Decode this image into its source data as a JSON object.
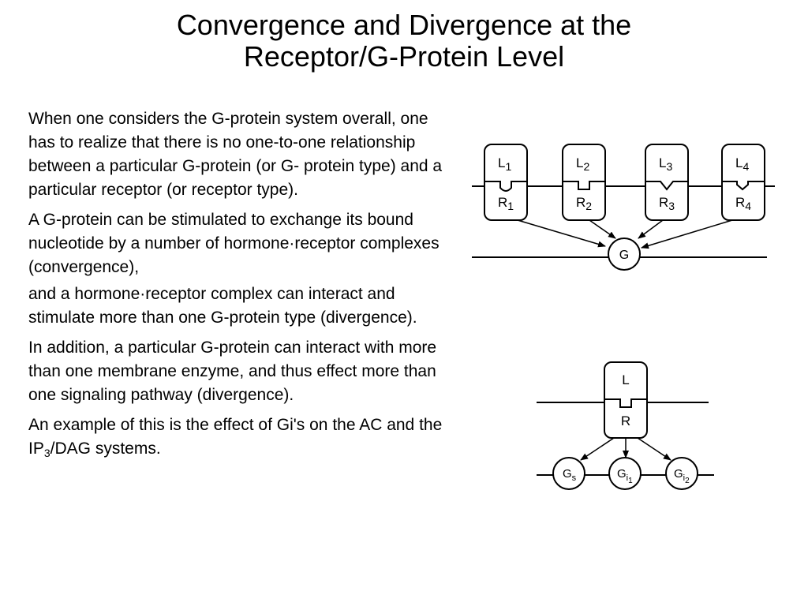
{
  "slide": {
    "title_line1": "Convergence and Divergence at the",
    "title_line2": "Receptor/G-Protein Level",
    "p1": "When one considers the G-protein system overall, one has to realize that there is no one-to-one relationship between a particular G-protein (or G- protein type) and a particular receptor (or receptor type).",
    "p2": "A G-protein can be stimulated to exchange its bound nucleotide by a number of hormone·receptor complexes (convergence),",
    "p3": "and a hormone·receptor complex can interact and stimulate more than one G-protein type (divergence).",
    "p4": "In addition, a particular G-protein can interact with more than one membrane enzyme, and thus effect more than one signaling pathway (divergence).",
    "p5_before": "An example of this is the effect of Gi's on the AC and the IP",
    "p5_sub": "3",
    "p5_after": "/DAG systems."
  },
  "convergence_diagram": {
    "ligand_letter": "L",
    "receptor_letter": "R",
    "units": [
      "1",
      "2",
      "3",
      "4"
    ],
    "g_protein": "G"
  },
  "divergence_diagram": {
    "ligand": "L",
    "receptor": "R",
    "g_main": "G",
    "g_subs": [
      "s",
      "i",
      "i"
    ],
    "g_subsubs": [
      "",
      "1",
      "2"
    ]
  }
}
